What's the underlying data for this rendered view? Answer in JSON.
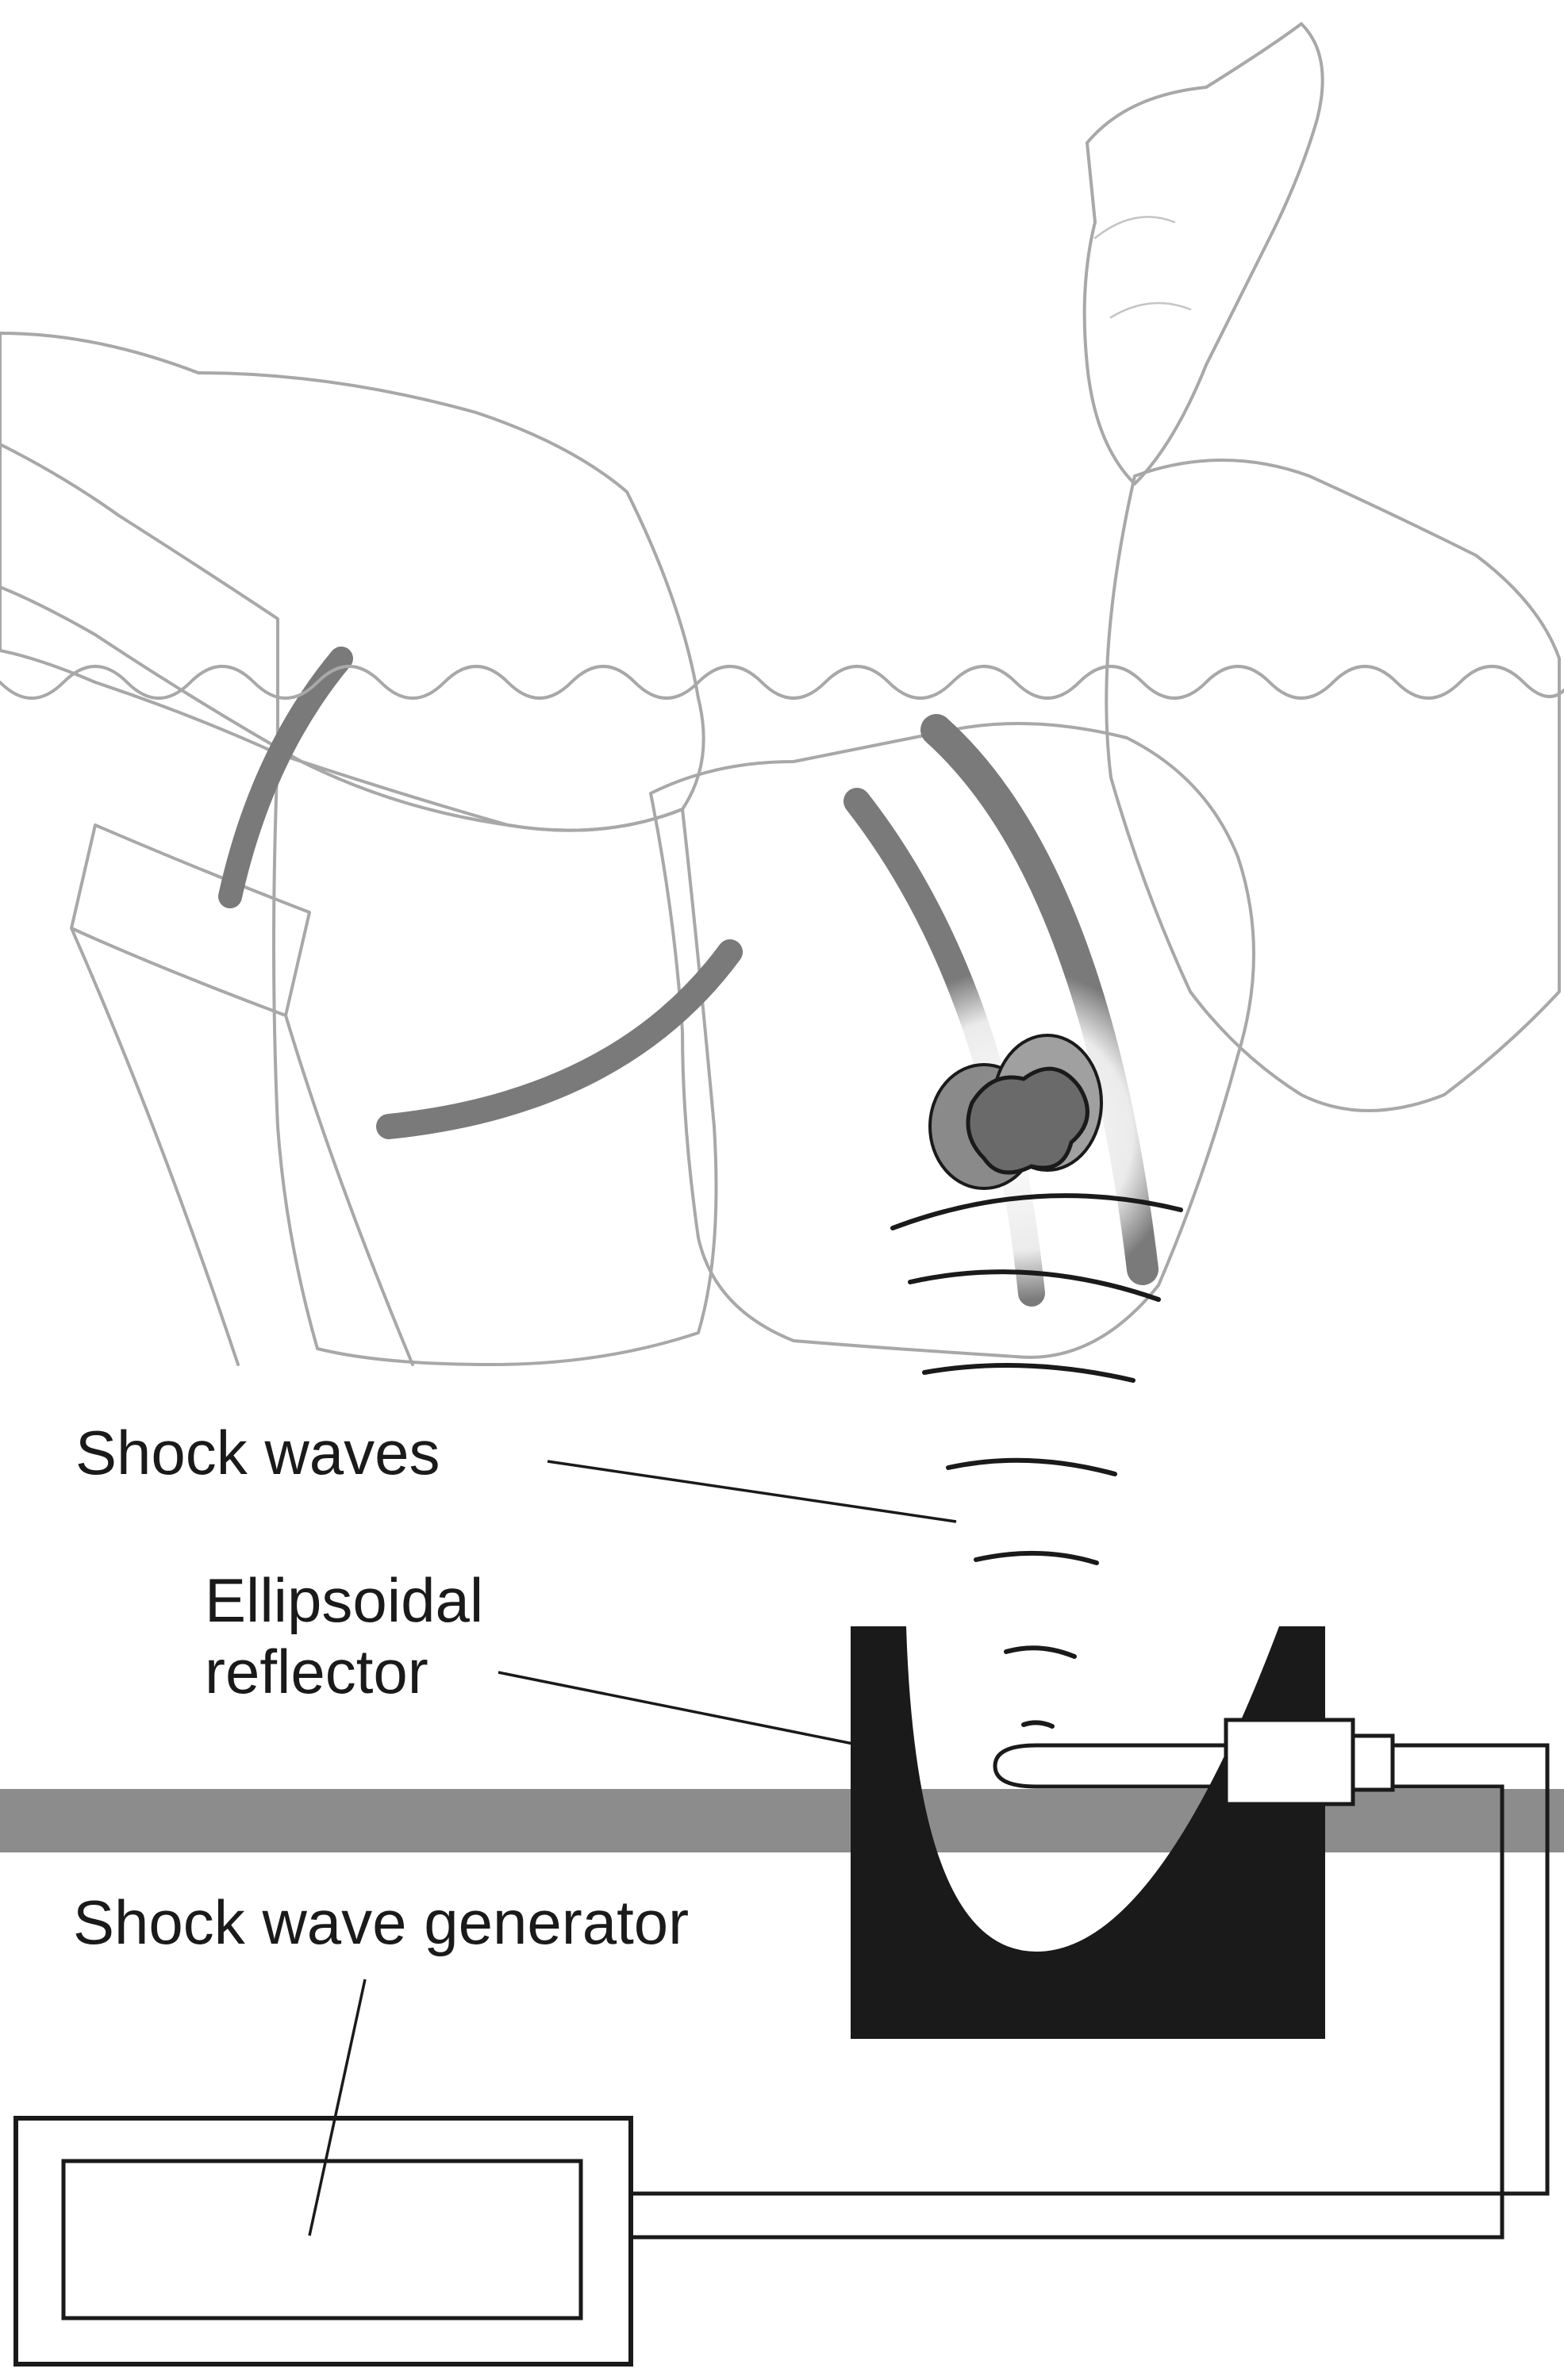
{
  "labels": {
    "shock_waves": "Shock waves",
    "reflector_line1": "Ellipsoidal",
    "reflector_line2": "reflector",
    "generator": "Shock wave generator"
  },
  "colors": {
    "ink": "#1a1a1a",
    "sketch": "#a8a8a8",
    "water_band": "#8c8c8c",
    "reflector": "#1a1a1a"
  },
  "icons": {
    "patient": "patient-sketch-icon",
    "kidney_stone": "kidney-stone-icon"
  }
}
